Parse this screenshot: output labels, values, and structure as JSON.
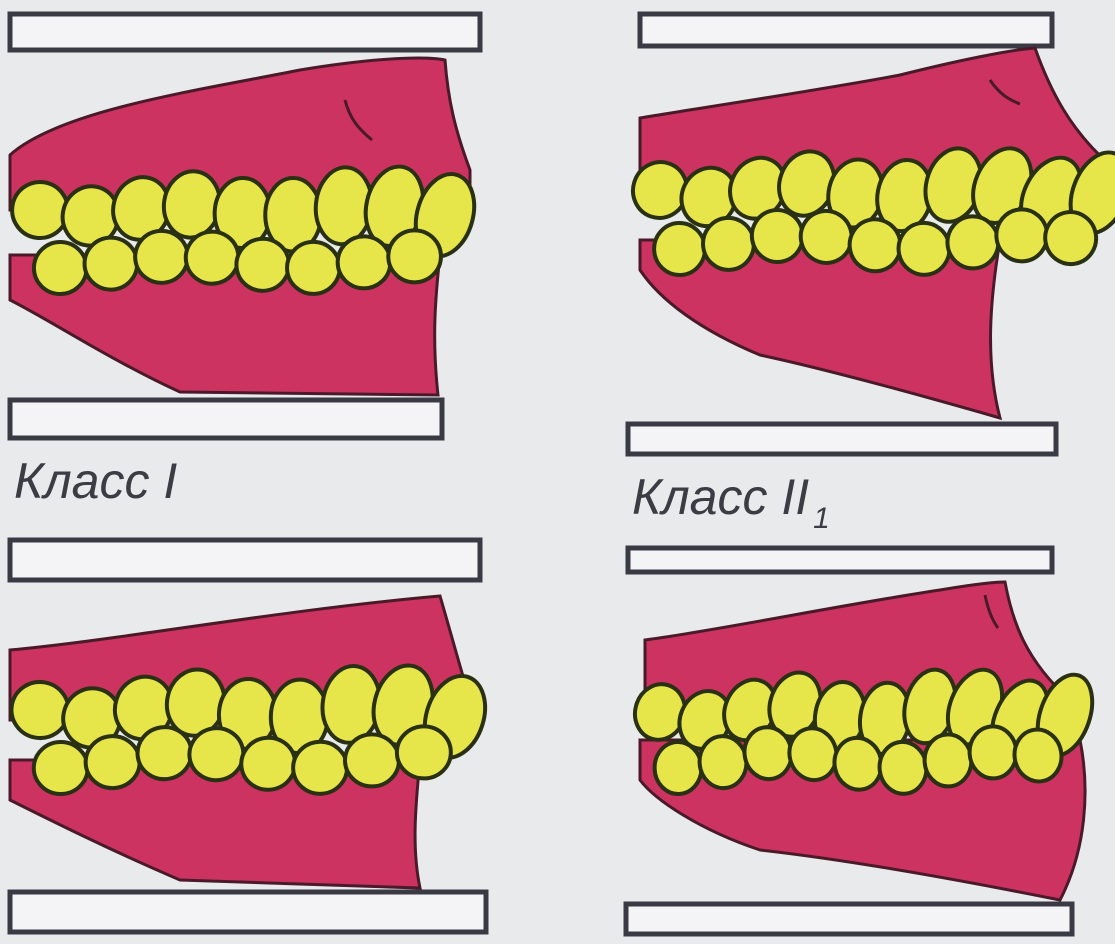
{
  "colors": {
    "gum": "#cc3360",
    "gum_dark": "#a82448",
    "tooth": "#e6e64a",
    "tooth_outline": "#2a3012",
    "plate": "#f4f4f6",
    "plate_outline": "#3a3a44",
    "background": "#e9eaec",
    "label_text": "#3c3c44"
  },
  "panels": [
    {
      "id": "class-1-normal",
      "label": ""
    },
    {
      "id": "class-2-1",
      "label": ""
    },
    {
      "id": "class-1-crowded",
      "label": ""
    },
    {
      "id": "class-2-2",
      "label": ""
    }
  ],
  "labels": {
    "class_1": {
      "text": "Класс I",
      "subscript": ""
    },
    "class_2": {
      "text": "Класс II",
      "subscript": "1"
    }
  }
}
